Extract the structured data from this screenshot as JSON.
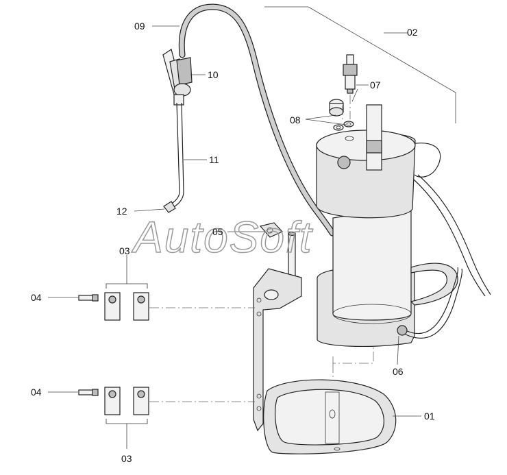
{
  "callouts": {
    "c01": "01",
    "c02": "02",
    "c03_top": "03",
    "c03_bottom": "03",
    "c04_top": "04",
    "c04_bottom": "04",
    "c05": "05",
    "c06": "06",
    "c07": "07",
    "c08": "08",
    "c09": "09",
    "c10": "10",
    "c11": "11",
    "c12": "12"
  },
  "watermark": "AutoSoft"
}
